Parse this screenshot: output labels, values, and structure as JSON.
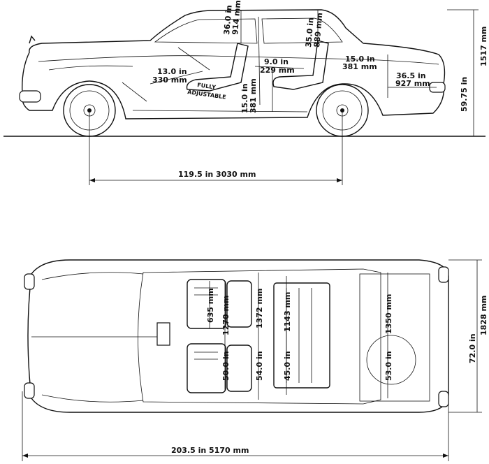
{
  "side_view": {
    "label_headroom_front": "36.0 in",
    "label_headroom_front_mm": "914 mm",
    "label_headroom_rear": "35.0 in",
    "label_headroom_rear_mm": "889 mm",
    "label_legroom_front": "13.0 in",
    "label_legroom_front_mm": "330 mm",
    "label_knee": "9.0 in",
    "label_knee_mm": "229 mm",
    "label_trunk_height": "15.0 in",
    "label_trunk_height_mm": "381 mm",
    "label_trunk_length": "36.5 in",
    "label_trunk_length_mm": "927 mm",
    "label_seat_height": "15.0 in",
    "label_seat_height_mm": "381 mm",
    "label_fully": "FULLY",
    "label_adjustable": "ADJUSTABLE",
    "label_height_in": "59.75 in",
    "label_height_mm": "1517 mm",
    "label_wheelbase": "119.5 in   3030 mm"
  },
  "top_view": {
    "label_front_seat_w": "635 mm",
    "label_front_seat_w2": "1270 mm",
    "label_front_cabin": "1372 mm",
    "label_rear_cabin": "1143 mm",
    "label_trunk_w": "1350 mm",
    "label_trunk_w_in": "53.0 in",
    "label_front_in": "50.0 in",
    "label_front_in2": "54.0 in",
    "label_rear_in": "45.0 in",
    "label_width_in": "72.0 in",
    "label_width_mm": "1828 mm",
    "label_length": "203.5 in   5170 mm"
  }
}
